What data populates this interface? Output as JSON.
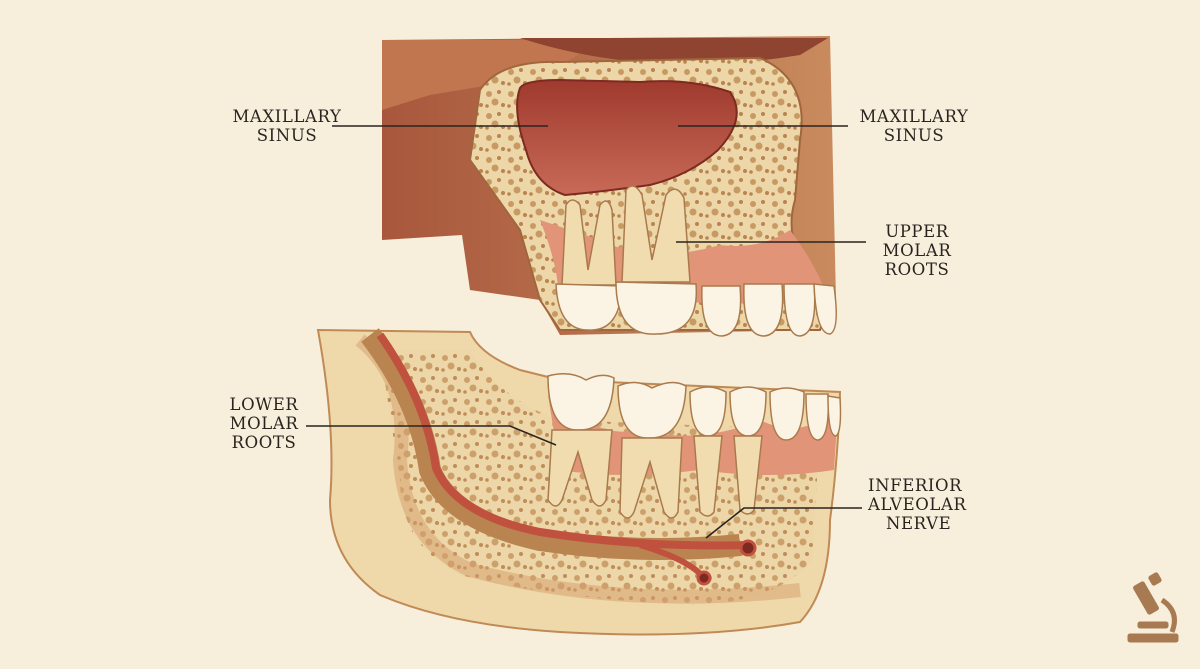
{
  "labels": {
    "maxillary_sinus_left": [
      "MAXILLARY",
      "SINUS"
    ],
    "maxillary_sinus_right": [
      "MAXILLARY",
      "SINUS"
    ],
    "upper_molar_roots": [
      "UPPER",
      "MOLAR",
      "ROOTS"
    ],
    "lower_molar_roots": [
      "LOWER",
      "MOLAR",
      "ROOTS"
    ],
    "inferior_alveolar_nerve": [
      "INFERIOR",
      "ALVEOLAR",
      "NERVE"
    ]
  },
  "icons": {
    "corner_logo": "microscope-icon"
  },
  "colors": {
    "background": "#f7eedb",
    "bone": "#efdcb4",
    "bone_shadow": "#d9b27d",
    "sinus": "#b4503f",
    "gum": "#e4937a",
    "tooth": "#fbf4e4",
    "nerve": "#c0513f",
    "leader": "#2a2420"
  }
}
